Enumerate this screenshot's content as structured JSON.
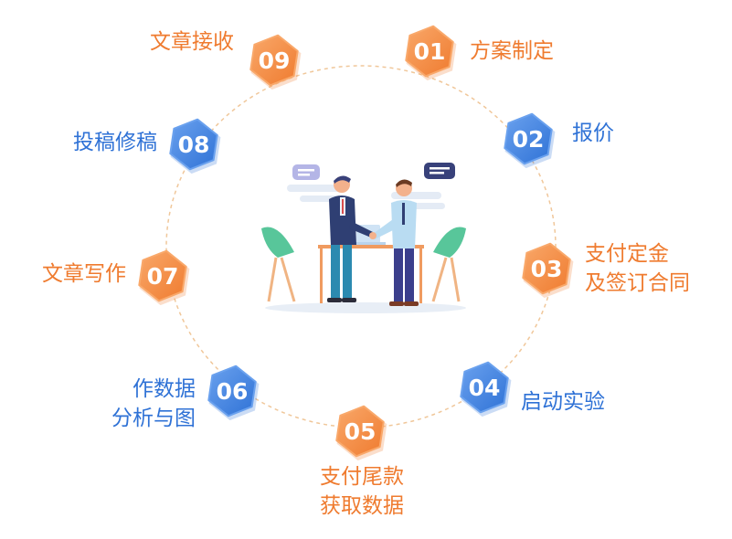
{
  "colors": {
    "orange": "#ef7b2f",
    "blue": "#2f72d6"
  },
  "steps": [
    {
      "num": "01",
      "color": "orange",
      "lines": [
        "方案制定"
      ]
    },
    {
      "num": "02",
      "color": "blue",
      "lines": [
        "报价"
      ]
    },
    {
      "num": "03",
      "color": "orange",
      "lines": [
        "支付定金",
        "及签订合同"
      ]
    },
    {
      "num": "04",
      "color": "blue",
      "lines": [
        "启动实验"
      ]
    },
    {
      "num": "05",
      "color": "orange",
      "lines": [
        "支付尾款",
        "获取数据"
      ]
    },
    {
      "num": "06",
      "color": "blue",
      "lines": [
        "作数据",
        "分析与图"
      ]
    },
    {
      "num": "07",
      "color": "orange",
      "lines": [
        "文章写作"
      ]
    },
    {
      "num": "08",
      "color": "blue",
      "lines": [
        "投稿修稿"
      ]
    },
    {
      "num": "09",
      "color": "orange",
      "lines": [
        "文章接收"
      ]
    }
  ],
  "illustration": {
    "icon": "handshake-meeting-illustration"
  }
}
